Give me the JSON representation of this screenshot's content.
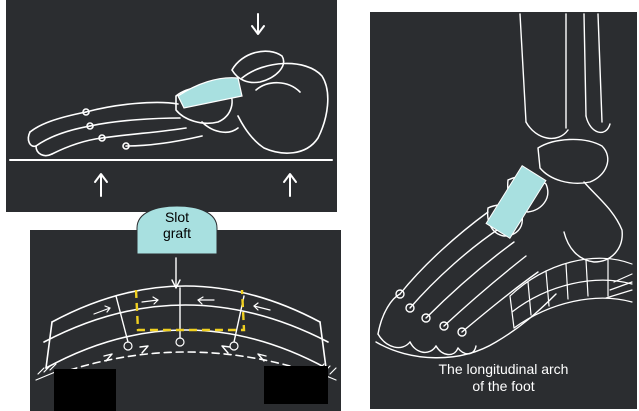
{
  "labels": {
    "slot_graft_line1": "Slot",
    "slot_graft_line2": "graft",
    "arch_caption_line1": "The longitudinal arch",
    "arch_caption_line2": "of the foot"
  },
  "colors": {
    "panel_background": "#2b2d30",
    "graft_fill": "#a8e0e0",
    "guide_dash": "#f0d020",
    "line": "#ffffff",
    "redaction": "#000000"
  }
}
